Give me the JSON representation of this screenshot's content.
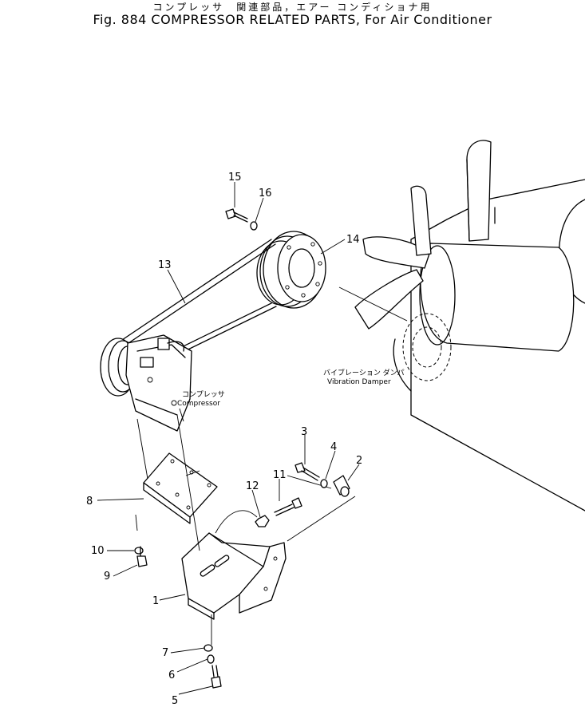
{
  "figure": {
    "title_jp": "コンプレッサ　関連部品，エアー コンディショナ用",
    "title_en": "Fig. 884  COMPRESSOR RELATED PARTS, For Air Conditioner"
  },
  "labels": {
    "compressor_jp": "コンプレッサ",
    "compressor_en": "Compressor",
    "damper_jp": "バイブレーション ダンパ",
    "damper_en": "Vibration Damper"
  },
  "callouts": [
    "1",
    "2",
    "3",
    "4",
    "5",
    "6",
    "7",
    "8",
    "9",
    "10",
    "11",
    "12",
    "13",
    "14",
    "15",
    "16"
  ]
}
